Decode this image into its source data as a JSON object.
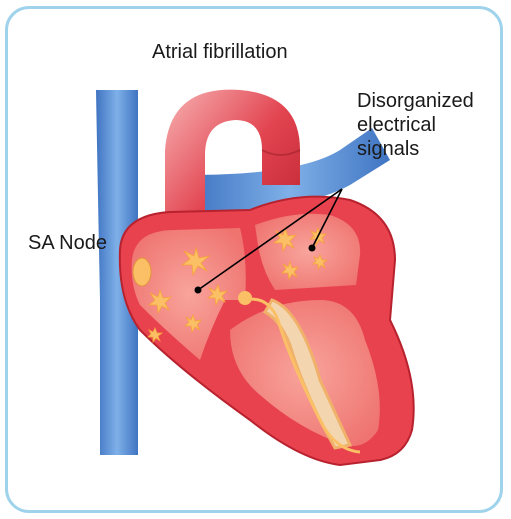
{
  "title": "Atrial fibrillation",
  "labels": {
    "sa_node": "SA Node",
    "disorganized": [
      "Disorganized",
      "electrical",
      "signals"
    ]
  },
  "colors": {
    "frame": "#9fd3ec",
    "vein": "#5b8fd6",
    "muscle": "#e8424f",
    "chamber": "#f28b87",
    "signal": "#fbc066"
  },
  "icons": [
    "spark-icon",
    "sa-node-icon"
  ]
}
